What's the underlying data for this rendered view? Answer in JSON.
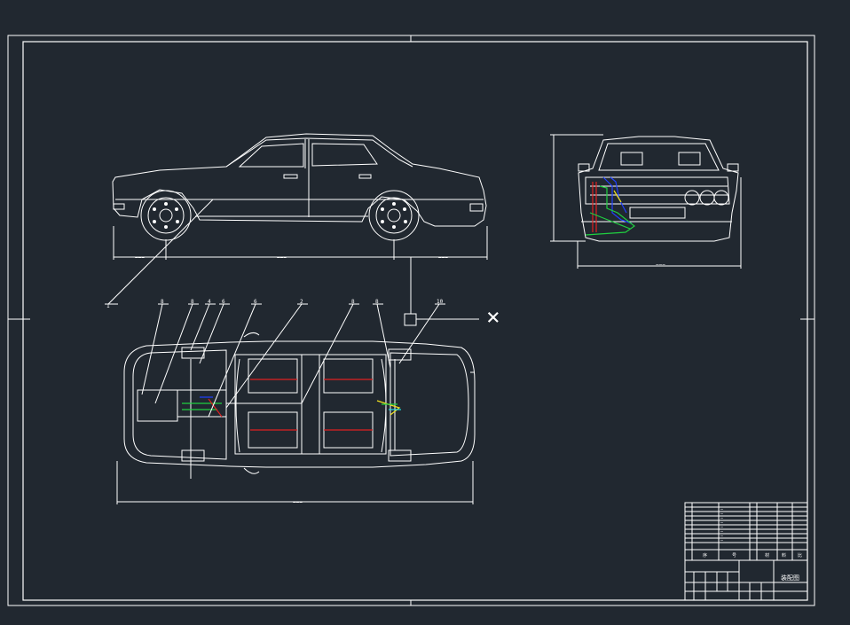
{
  "drawing": {
    "background": "#212830",
    "line_color": "#ffffff",
    "balloons": [
      "1",
      "8",
      "8",
      "4",
      "6",
      "6",
      "2",
      "8",
      "8",
      "10"
    ],
    "dimension_marks": [
      "===",
      "===",
      "===",
      "===",
      "==="
    ],
    "crosshair_symbol": "×"
  },
  "colors": {
    "red": "#e02020",
    "blue": "#2040ff",
    "green": "#20d040",
    "yellow": "#f0e020",
    "cyan": "#20e0e0"
  },
  "title_block": {
    "headers": [
      "序",
      "号",
      "材",
      "料",
      "比"
    ],
    "title_code": "装配图",
    "rows": [
      "—",
      "—",
      "—",
      "—",
      "—",
      "—",
      "—",
      "—"
    ]
  }
}
